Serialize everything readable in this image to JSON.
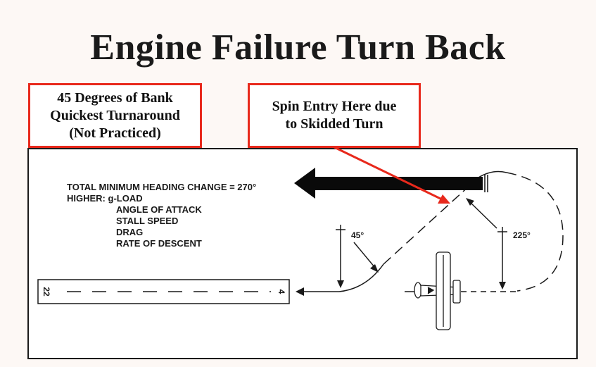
{
  "title": "Engine Failure Turn Back",
  "callouts": {
    "left": [
      "45 Degrees of Bank",
      "Quickest Turnaround",
      "(Not Practiced)"
    ],
    "right": [
      "Spin Entry Here due",
      "to Skidded Turn"
    ]
  },
  "info": {
    "heading_change": "TOTAL MINIMUM HEADING CHANGE = 270°",
    "higher_label": "HIGHER: g-LOAD",
    "items": [
      "ANGLE OF ATTACK",
      "STALL SPEED",
      "DRAG",
      "RATE OF DESCENT"
    ]
  },
  "runway": {
    "left_number": "22",
    "right_number": "4"
  },
  "angles": {
    "small": "45°",
    "large": "225°"
  },
  "colors": {
    "callout_border": "#e8291c",
    "ink": "#1a1a1a"
  }
}
